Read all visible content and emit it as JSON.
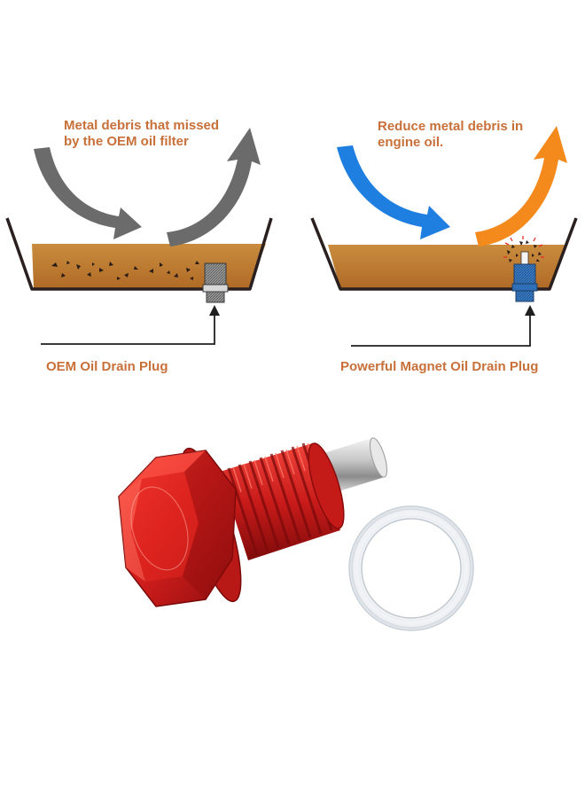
{
  "comparison": {
    "left": {
      "description_text": "Metal debris that missed\nby the OEM oil filter",
      "plug_label": "OEM Oil Drain Plug"
    },
    "right": {
      "description_text": "Reduce metal debris in\nengine oil.",
      "plug_label": "Powerful Magnet Oil Drain Plug"
    }
  },
  "colors": {
    "label_text": "#c8703a",
    "oil": "#b8722c",
    "oil_light": "#c98c3e",
    "pan_outline": "#2b2020",
    "left_arrow": "#6b6b6b",
    "right_arrow_in": "#1f7fe0",
    "right_arrow_out": "#f48a1c",
    "oem_plug": "#8a8a8a",
    "magnet_plug": "#2f6fb8",
    "product_red": "#d8201e",
    "washer": "#e4e8ec"
  },
  "icons": {
    "left_in_arrow": "curved-arrow-down-right-icon",
    "left_out_arrow": "curved-arrow-up-right-icon",
    "right_in_arrow": "curved-arrow-down-right-icon",
    "right_out_arrow": "curved-arrow-up-right-icon",
    "leader_arrows": "pointer-arrow-up-icon"
  }
}
